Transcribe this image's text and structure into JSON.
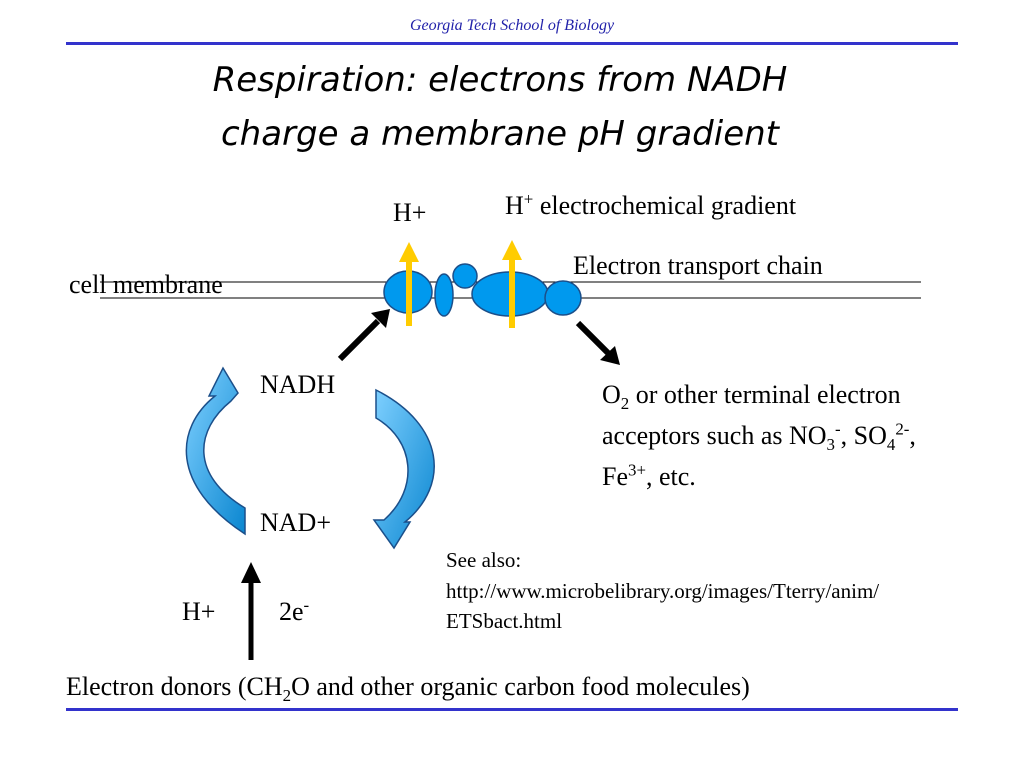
{
  "header": {
    "institution": "Georgia Tech School of Biology"
  },
  "title": {
    "line1": "Respiration: electrons from NADH",
    "line2": "charge a membrane pH gradient"
  },
  "membrane": {
    "label": "cell membrane"
  },
  "gradient": {
    "ion": "H",
    "charge": "+",
    "label": "electrochemical gradient"
  },
  "proton_label": "H+",
  "etc_label": "Electron transport chain",
  "cycle": {
    "top": "NADH",
    "bottom": "NAD+"
  },
  "acceptors": {
    "o2_base": "O",
    "o2_sub": "2",
    "line1_rest": " or other terminal electron",
    "line2_prefix": "acceptors such as NO",
    "no3_sub": "3",
    "no3_sup": "-",
    "sep": ", SO",
    "so4_sub": "4",
    "so4_sup": "2-",
    "comma": ",",
    "fe": "Fe",
    "fe_sup": "3+",
    "etc": ", etc."
  },
  "see_also": {
    "label": "See also:",
    "url_line1": "http://www.microbelibrary.org/images/Tterry/anim/",
    "url_line2": "ETSbact.html"
  },
  "donor_input": {
    "proton": "H+",
    "electrons": "2e",
    "electrons_sup": "-"
  },
  "donors": {
    "prefix": "Electron donors (CH",
    "sub": "2",
    "suffix": "O and other organic carbon food molecules)"
  },
  "colors": {
    "rule": "#3333cc",
    "protein": "#0099ee",
    "arrow": "#ffcc00",
    "cycle_arrow": "#1e9ee0"
  }
}
